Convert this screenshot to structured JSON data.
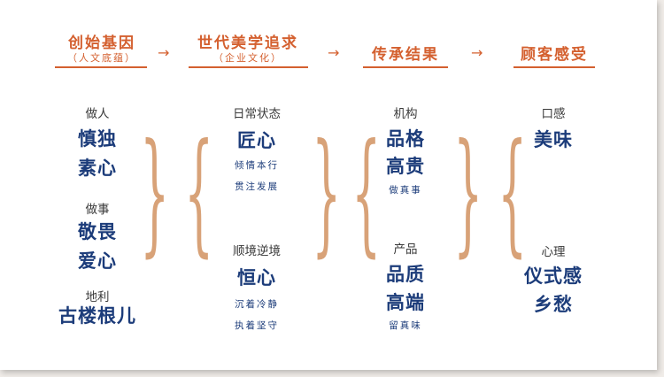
{
  "headers": [
    {
      "title": "创始基因",
      "subtitle": "（人文底蕴）"
    },
    {
      "title": "世代美学追求",
      "subtitle": "（企业文化）"
    },
    {
      "title": "传承结果",
      "subtitle": ""
    },
    {
      "title": "顾客感受",
      "subtitle": ""
    }
  ],
  "arrow": "→",
  "col1": {
    "g1": {
      "label": "做人",
      "items": [
        "慎独",
        "素心"
      ]
    },
    "g2": {
      "label": "做事",
      "items": [
        "敬畏",
        "爱心"
      ]
    },
    "g3": {
      "label": "地利",
      "items": [
        "古楼根儿"
      ]
    }
  },
  "col2": {
    "g1": {
      "label": "日常状态",
      "main": "匠心",
      "notes": [
        "倾情本行",
        "贯注发展"
      ]
    },
    "g2": {
      "label": "顺境逆境",
      "main": "恒心",
      "notes": [
        "沉着冷静",
        "执着坚守"
      ]
    }
  },
  "col3": {
    "g1": {
      "label": "机构",
      "items": [
        "品格",
        "高贵"
      ],
      "note": "做真事"
    },
    "g2": {
      "label": "产品",
      "items": [
        "品质",
        "高端"
      ],
      "note": "留真味"
    }
  },
  "col4": {
    "g1": {
      "label": "口感",
      "items": [
        "美味"
      ]
    },
    "g2": {
      "label": "心理",
      "items": [
        "仪式感",
        "乡愁"
      ]
    }
  },
  "colors": {
    "accent": "#d4602f",
    "text_blue": "#1c3c7a",
    "brace": "#d8a278"
  }
}
